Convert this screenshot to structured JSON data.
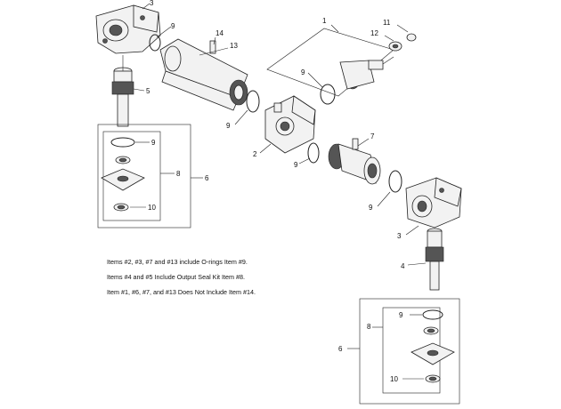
{
  "callouts": {
    "c1": "1",
    "c2": "2",
    "c3a": "3",
    "c3b": "3",
    "c4": "4",
    "c5": "5",
    "c6a": "6",
    "c6b": "6",
    "c7": "7",
    "c8a": "8",
    "c8b": "8",
    "c9a": "9",
    "c9b": "9",
    "c9c": "9",
    "c9d": "9",
    "c9e": "9",
    "c9f": "9",
    "c9g": "9",
    "c10a": "10",
    "c10b": "10",
    "c11": "11",
    "c12": "12",
    "c13": "13",
    "c14": "14"
  },
  "notes": [
    "Items #2, #3, #7 and #13 include O-rings Item #9.",
    "Items #4 and #5 Include Output Seal Kit Item #8.",
    "Item #1, #6, #7, and #13 Does Not Include Item #14."
  ]
}
